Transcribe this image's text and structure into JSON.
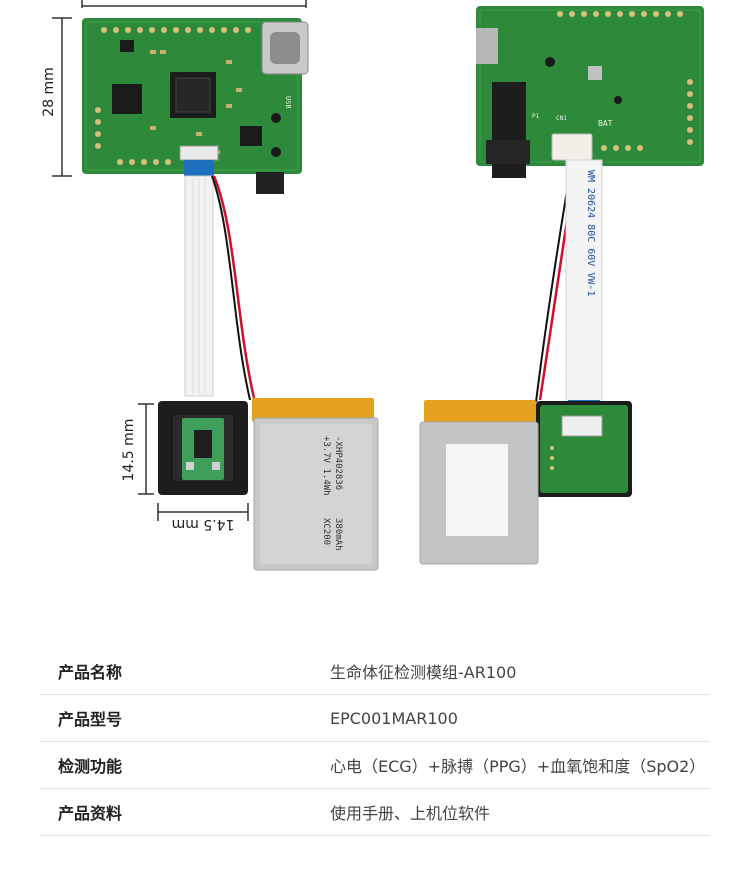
{
  "photo": {
    "dim_top": "28 mm",
    "dim_side": "14.5 mm",
    "dim_bottom": "14.5 mm",
    "battery_text": [
      "-XHP402836",
      "+3.7V  1.4Wh",
      "380mAh",
      "XC200"
    ],
    "cable_text": [
      "WM  20624  80C  60V  VW-1"
    ],
    "pcb_labels": [
      "USB",
      "BAT",
      "CN1",
      "P1"
    ],
    "colors": {
      "pcb": "#2c8a3a",
      "sensor": "#1d1d1d",
      "cable_blue": "#1f6fbf",
      "wire_red": "#d0102a"
    }
  },
  "specs": [
    {
      "label": "产品名称",
      "value": "生命体征检测模组-AR100"
    },
    {
      "label": "产品型号",
      "value": "EPC001MAR100"
    },
    {
      "label": "检测功能",
      "value": "心电（ECG）+脉搏（PPG）+血氧饱和度（SpO2）"
    },
    {
      "label": "产品资料",
      "value": "使用手册、上机位软件"
    }
  ]
}
